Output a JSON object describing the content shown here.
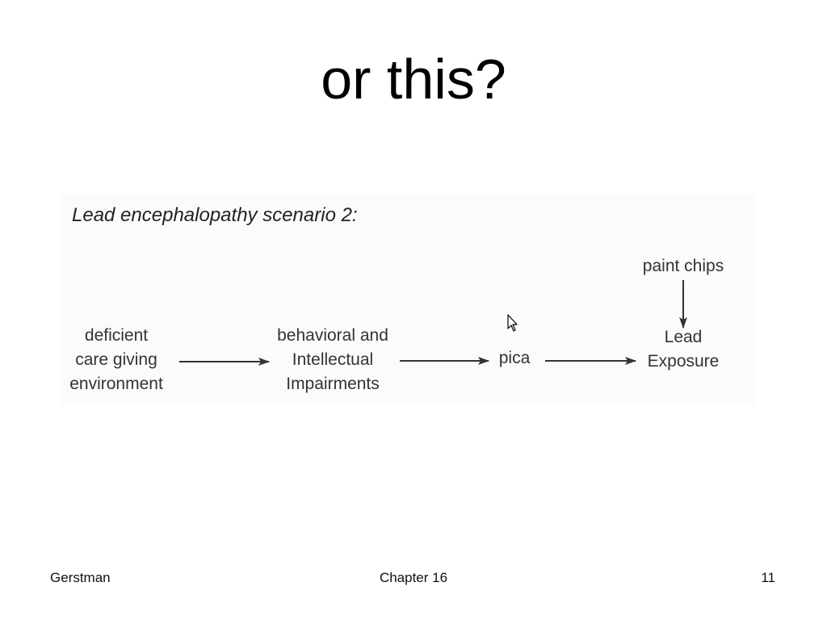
{
  "slide": {
    "title": "or this?"
  },
  "figure": {
    "heading": "Lead encephalopathy scenario 2:",
    "nodes": {
      "deficient": [
        "deficient",
        "care giving",
        "environment"
      ],
      "behavioral": [
        "behavioral and",
        "Intellectual",
        "Impairments"
      ],
      "pica": "pica",
      "lead_exposure": [
        "Lead",
        "Exposure"
      ],
      "paint_chips": "paint chips"
    },
    "edges": [
      {
        "from": "deficient care giving environment",
        "to": "behavioral and Intellectual Impairments"
      },
      {
        "from": "behavioral and Intellectual Impairments",
        "to": "pica"
      },
      {
        "from": "pica",
        "to": "Lead Exposure"
      },
      {
        "from": "paint chips",
        "to": "Lead Exposure"
      }
    ]
  },
  "footer": {
    "author": "Gerstman",
    "chapter": "Chapter 16",
    "page_number": "11"
  },
  "icons": {
    "cursor": "mouse-pointer-icon"
  }
}
